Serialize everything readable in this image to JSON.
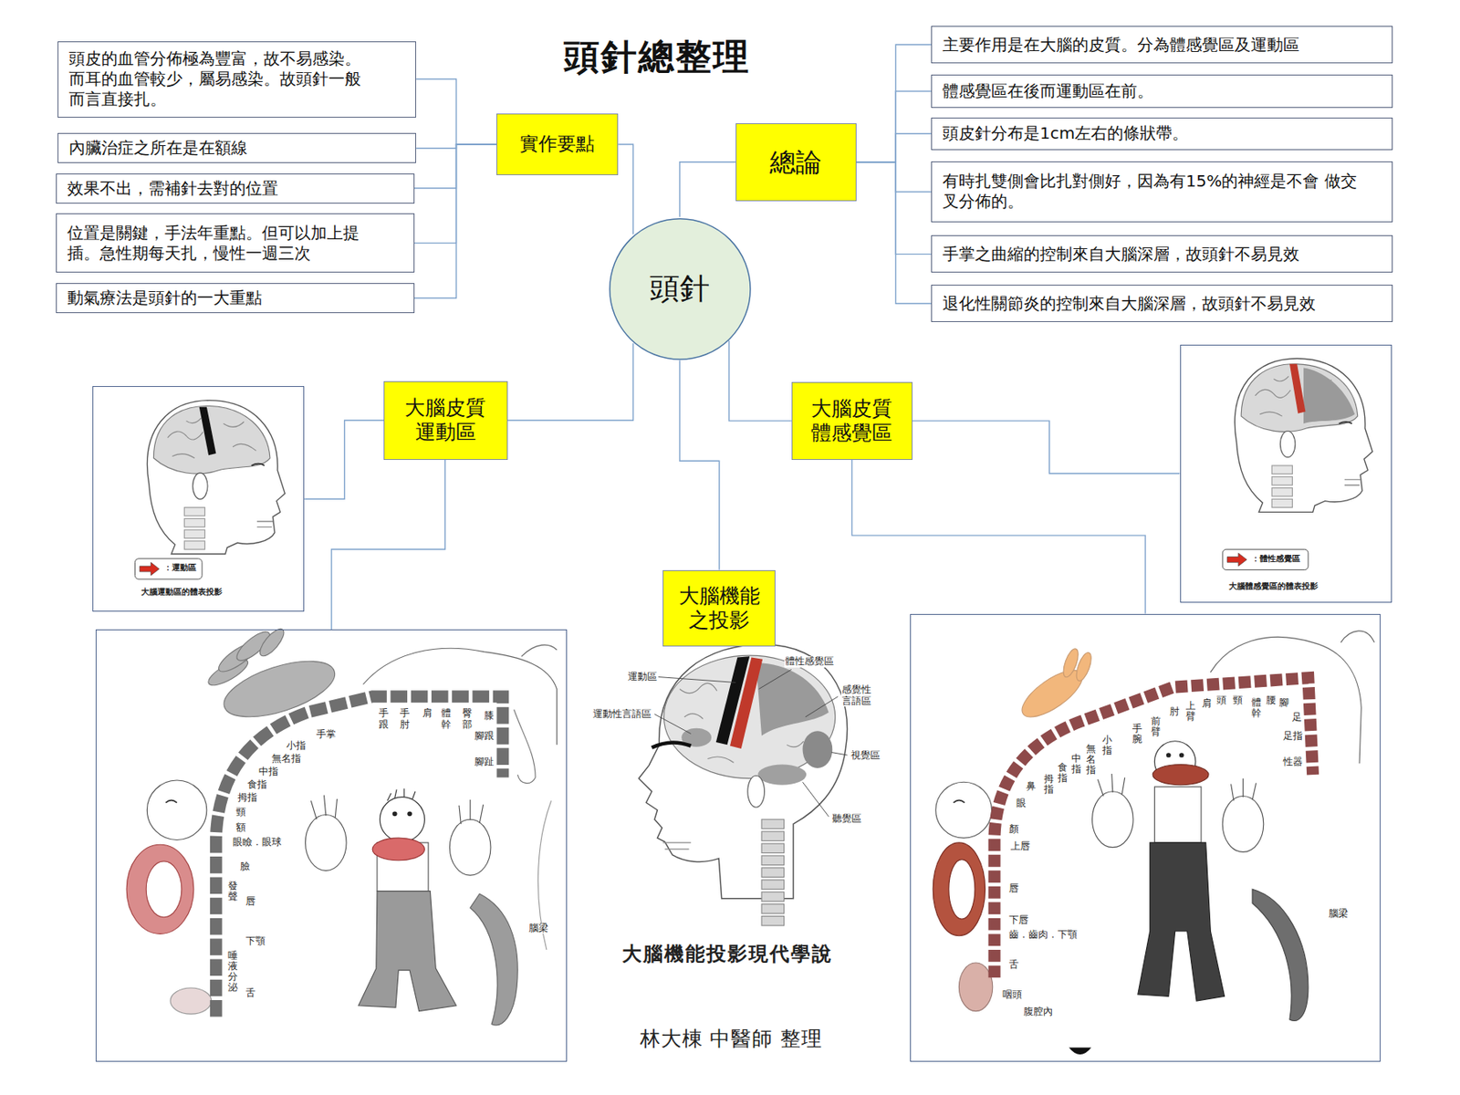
{
  "diagram": {
    "title": "頭針總整理",
    "nodes": [
      {
        "text": [
          "頭針"
        ]
      },
      {
        "text": [
          "實作要點"
        ]
      },
      {
        "text": [
          "頭皮的血管分佈極為豐富，故不易感染。 而耳的血管較少，屬易感染。故頭針一般 而言直接扎。"
        ]
      },
      {
        "text": [
          "內臟治症之所在是在額線"
        ]
      },
      {
        "text": [
          "效果不出，需補針去對的位置"
        ]
      },
      {
        "text": [
          "位置是關鍵，手法年重點。但可以加上提 插。急性期每天扎，慢性一週三次"
        ]
      },
      {
        "text": [
          "動氣療法是頭針的一大重點"
        ]
      },
      {
        "text": [
          "總論"
        ]
      },
      {
        "text": [
          "主要作用是在大腦的皮質。分為體感覺區及運動區"
        ]
      },
      {
        "text": [
          "體感覺區在後而運動區在前。"
        ]
      },
      {
        "text": [
          "頭皮針分布是1cm左右的條狀帶。"
        ]
      },
      {
        "text": [
          "有時扎雙側會比扎對側好，因為有15%的神經是不會 做交叉分佈的。"
        ]
      },
      {
        "text": [
          "手掌之曲縮的控制來自大腦深層，故頭針不易見效"
        ]
      },
      {
        "text": [
          "退化性關節炎的控制來自大腦深層，故頭針不易見效"
        ]
      },
      {
        "text": [
          "大腦皮質 運動區"
        ]
      },
      {
        "text": [
          "：運動區",
          "大腦運動區的體表投影"
        ]
      },
      {
        "text": [
          "手跟",
          "手肘",
          "肩",
          "體幹",
          "臀部",
          "膝",
          "腳跟",
          "腳趾",
          "手掌",
          "小指",
          "無名指",
          "中指",
          "食指",
          "拇指",
          "頸",
          "額",
          "眼瞼．眼球",
          "臉",
          "發聲",
          "唇",
          "下顎",
          "唾液分泌",
          "舌",
          "腦梁"
        ]
      },
      {
        "text": [
          "大腦皮質 體感覺區"
        ]
      },
      {
        "text": [
          "：體性感覺區",
          "大腦體感覺區的體表投影"
        ]
      },
      {
        "text": [
          "腳",
          "腰",
          "體幹",
          "頸",
          "頭",
          "肩",
          "上臂",
          "肘",
          "前臂",
          "手腕",
          "小指",
          "無名指",
          "中指",
          "食指",
          "拇指",
          "鼻",
          "眼",
          "顏",
          "上唇",
          "唇",
          "下唇",
          "齒．齒肉．下顎",
          "舌",
          "咽頭",
          "腹腔內",
          "足",
          "足指",
          "性器",
          "腦梁"
        ]
      },
      {
        "text": [
          "大腦機能 之投影"
        ]
      }
    ],
    "edges": [
      {
        "from": 0,
        "to": 1,
        "arrow": "none"
      },
      {
        "from": 1,
        "to": 2,
        "arrow": "none"
      },
      {
        "from": 1,
        "to": 3,
        "arrow": "none"
      },
      {
        "from": 1,
        "to": 4,
        "arrow": "none"
      },
      {
        "from": 1,
        "to": 5,
        "arrow": "none"
      },
      {
        "from": 1,
        "to": 6,
        "arrow": "none"
      },
      {
        "from": 0,
        "to": 7,
        "arrow": "none"
      },
      {
        "from": 7,
        "to": 8,
        "arrow": "none"
      },
      {
        "from": 7,
        "to": 9,
        "arrow": "none"
      },
      {
        "from": 7,
        "to": 10,
        "arrow": "none"
      },
      {
        "from": 7,
        "to": 11,
        "arrow": "none"
      },
      {
        "from": 7,
        "to": 12,
        "arrow": "none"
      },
      {
        "from": 7,
        "to": 13,
        "arrow": "none"
      },
      {
        "from": 0,
        "to": 14,
        "arrow": "none"
      },
      {
        "from": 14,
        "to": 15,
        "arrow": "none"
      },
      {
        "from": 14,
        "to": 16,
        "arrow": "none"
      },
      {
        "from": 0,
        "to": 17,
        "arrow": "none"
      },
      {
        "from": 17,
        "to": 18,
        "arrow": "none"
      },
      {
        "from": 17,
        "to": 19,
        "arrow": "none"
      },
      {
        "from": 0,
        "to": 20,
        "arrow": "none"
      }
    ],
    "labels": [
      "運動區",
      "體性感覺區",
      "感覺性 言語區",
      "運動性言語區",
      "視覺區",
      "聽覺區",
      "大腦機能投影現代學說",
      "林大棟 中醫師 整理"
    ]
  }
}
